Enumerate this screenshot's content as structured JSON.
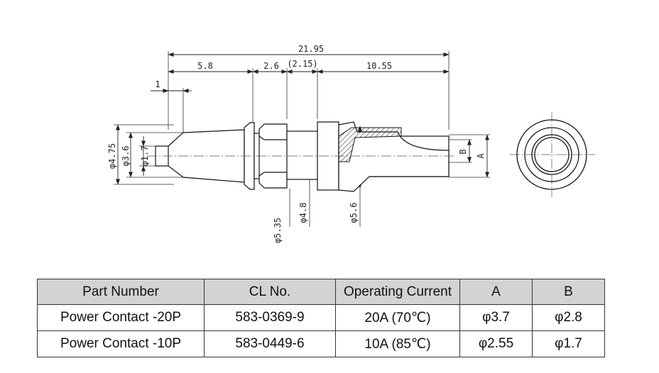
{
  "drawing": {
    "dims": {
      "total": "21.95",
      "d1": "5.8",
      "d2": "2.6",
      "d3": "(2.15)",
      "d4": "10.55",
      "d5": "1",
      "dia475": "φ4.75",
      "dia36": "φ3.6",
      "dia17": "φ1.7",
      "dia535": "φ5.35",
      "dia48": "φ4.8",
      "dia56": "φ5.6",
      "labelB": "B",
      "labelA": "A"
    }
  },
  "table": {
    "headers": [
      "Part Number",
      "CL No.",
      "Operating Current",
      "A",
      "B"
    ],
    "rows": [
      [
        "Power Contact -20P",
        "583-0369-9",
        "20A (70℃)",
        "φ3.7",
        "φ2.8"
      ],
      [
        "Power Contact -10P",
        "583-0449-6",
        "10A (85℃)",
        "φ2.55",
        "φ1.7"
      ]
    ]
  }
}
